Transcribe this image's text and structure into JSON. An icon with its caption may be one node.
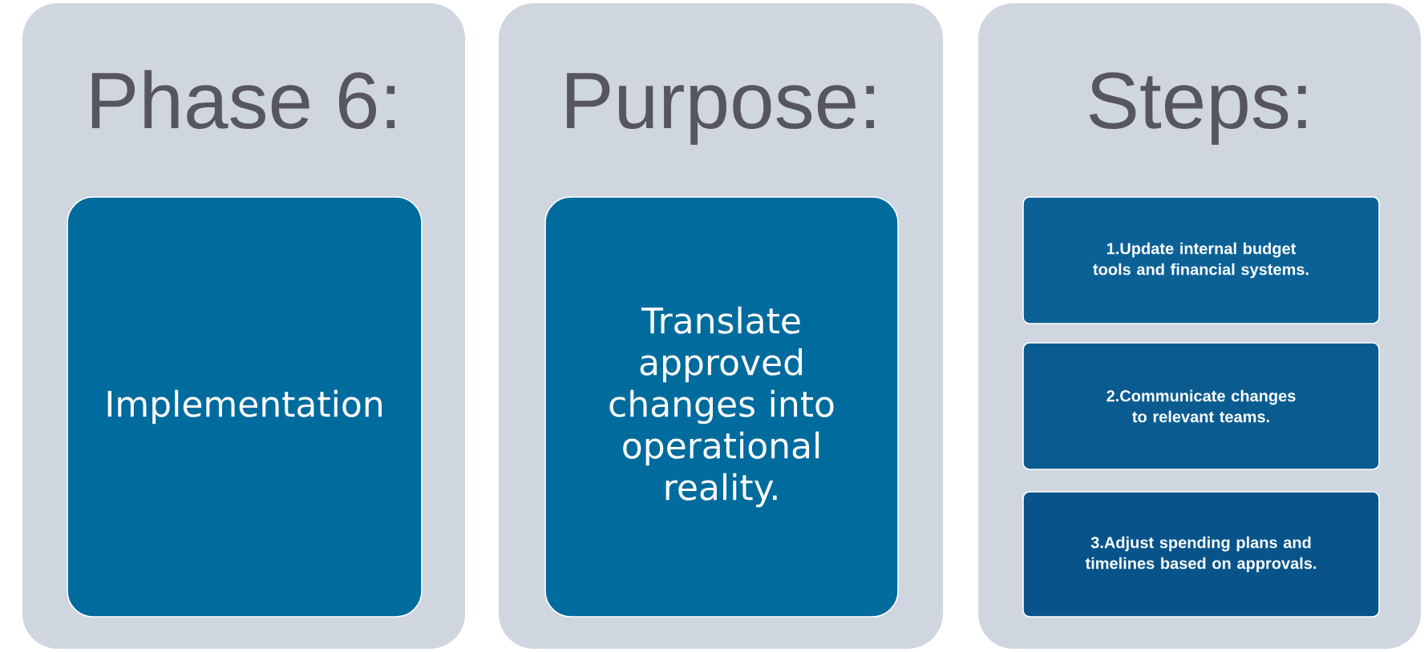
{
  "diagram": {
    "nodes": [
      {
        "text": [
          "Phase 6:"
        ]
      },
      {
        "text": [
          "Implementation"
        ],
        "in": 0
      },
      {
        "text": [
          "Purpose:"
        ]
      },
      {
        "text": [
          "Translate approved changes into operational reality."
        ],
        "in": 2
      },
      {
        "text": [
          "Steps:"
        ]
      },
      {
        "text": [
          "1.Update internal budget tools and financial systems."
        ],
        "in": 4
      },
      {
        "text": [
          "2.Communicate changes to relevant teams."
        ],
        "in": 4
      },
      {
        "text": [
          "3.Adjust spending plans and timelines based on approvals."
        ],
        "in": 4
      }
    ]
  }
}
